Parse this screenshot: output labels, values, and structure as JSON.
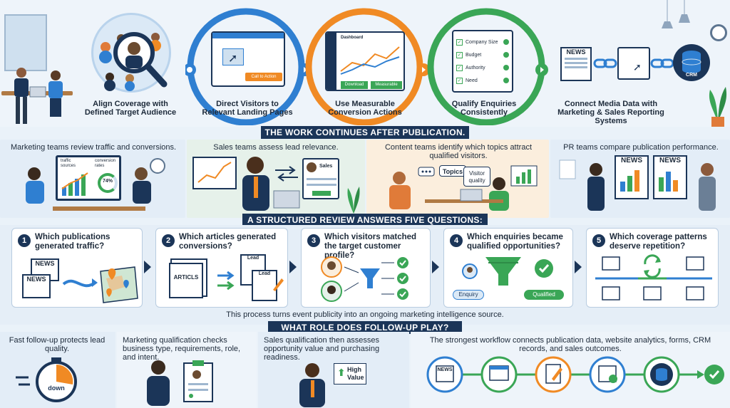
{
  "top": {
    "items": [
      {
        "title": "Align Coverage with Defined Target Audience"
      },
      {
        "title": "Direct Visitors to Relevant Landing Pages"
      },
      {
        "title": "Use Measurable Conversion Actions"
      },
      {
        "title": "Qualify Enquiries Consistently"
      },
      {
        "title": "Connect Media Data with Marketing & Sales Reporting Systems"
      }
    ],
    "landing_button": "Call to Action",
    "dashboard_label": "Dashboard",
    "dashboard_buttons": [
      "Download",
      "Measurable"
    ],
    "checklist": [
      "Company Size",
      "Budget",
      "Authority",
      "Need"
    ],
    "news_label": "NEWS",
    "crm_label": "CRM"
  },
  "banner1": "THE WORK CONTINUES AFTER PUBLICATION.",
  "middle": {
    "teams": [
      {
        "text": "Marketing teams review traffic and conversions."
      },
      {
        "text": "Sales teams assess lead relevance."
      },
      {
        "text": "Content teams identify which topics attract qualified visitors."
      },
      {
        "text": "PR teams compare publication performance."
      }
    ],
    "monitor_labels": [
      "traffic sources",
      "conversion rates"
    ],
    "percent": "74%",
    "sales_label": "Sales",
    "topics_label": "Topics",
    "visitor_label": "Visitor quality",
    "news_label": "NEWS"
  },
  "banner2": "A STRUCTURED REVIEW ANSWERS FIVE QUESTIONS:",
  "questions": [
    {
      "num": "1",
      "text": "Which publications generated traffic?"
    },
    {
      "num": "2",
      "text": "Which articles generated conversions?"
    },
    {
      "num": "3",
      "text": "Which visitors matched the target customer profile?"
    },
    {
      "num": "4",
      "text": "Which enquiries became qualified opportunities?"
    },
    {
      "num": "5",
      "text": "Which coverage patterns deserve repetition?"
    }
  ],
  "q_labels": {
    "news": "NEWS",
    "articles": "ARTICLS",
    "lead": "Lead",
    "enquiry": "Enquiry",
    "qualified": "Qualified"
  },
  "process_note": "This process turns event publicity into an ongoing marketing intelligence source.",
  "banner3": "WHAT ROLE DOES FOLLOW-UP PLAY?",
  "followup": [
    {
      "text": "Fast follow-up protects lead quality."
    },
    {
      "text": "Marketing qualification checks business type, requirements, role, and intent."
    },
    {
      "text": "Sales qualification then assesses opportunity value and purchasing readiness."
    },
    {
      "text": "The strongest workflow connects publication data, website analytics, forms, CRM records, and sales outcomes."
    }
  ],
  "timer_label": "down",
  "high_value": "High Value",
  "colors": {
    "navy": "#1b3558",
    "blue": "#2f7fd1",
    "green": "#3aa656",
    "orange": "#f08a24"
  }
}
